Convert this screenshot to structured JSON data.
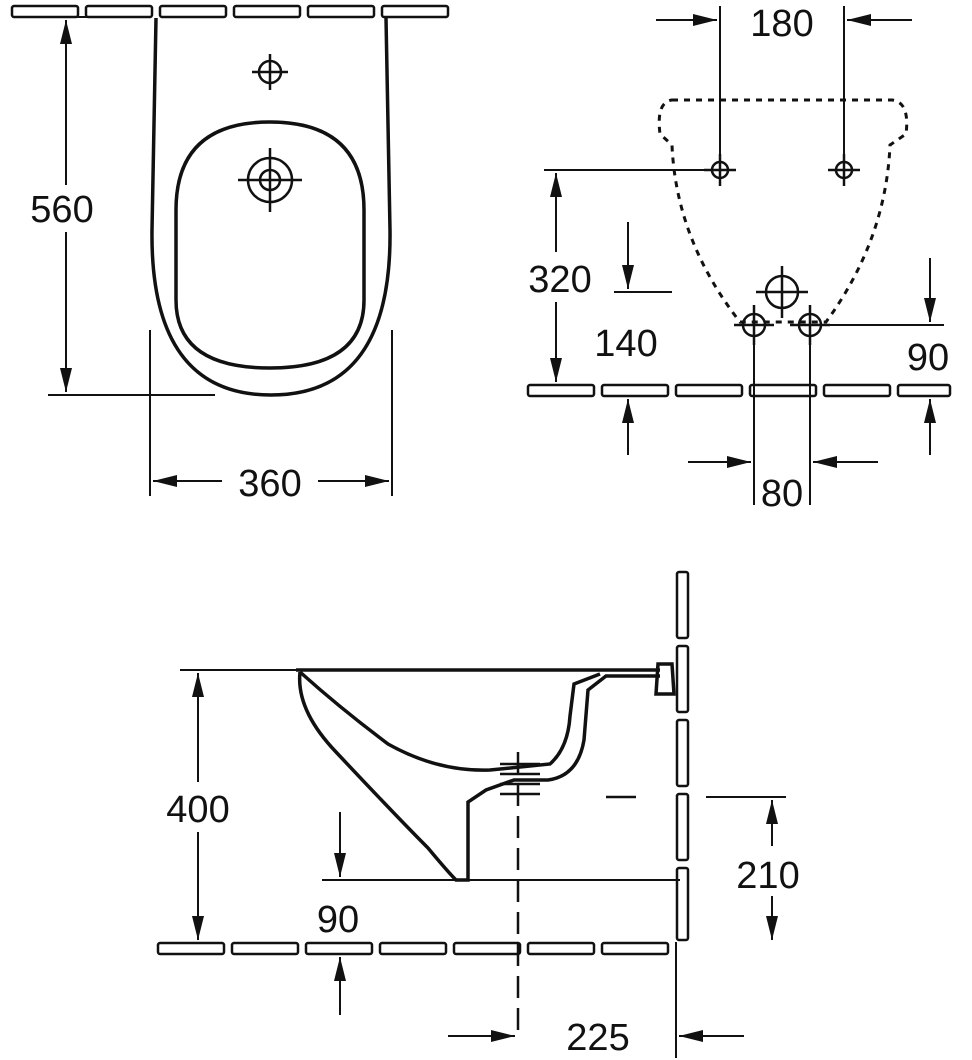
{
  "colors": {
    "line": "#111111",
    "background": "#ffffff"
  },
  "views": {
    "top": {
      "dimensions": {
        "depth": "560",
        "width": "360"
      }
    },
    "front": {
      "dimensions": {
        "tap_spacing": "180",
        "supply_height": "320",
        "waste_height": "140",
        "bolt_height": "90",
        "bolt_spacing": "80"
      }
    },
    "side": {
      "dimensions": {
        "rim_height": "400",
        "bottom_clearance": "90",
        "connection_height": "210",
        "wall_offset": "225"
      }
    }
  }
}
